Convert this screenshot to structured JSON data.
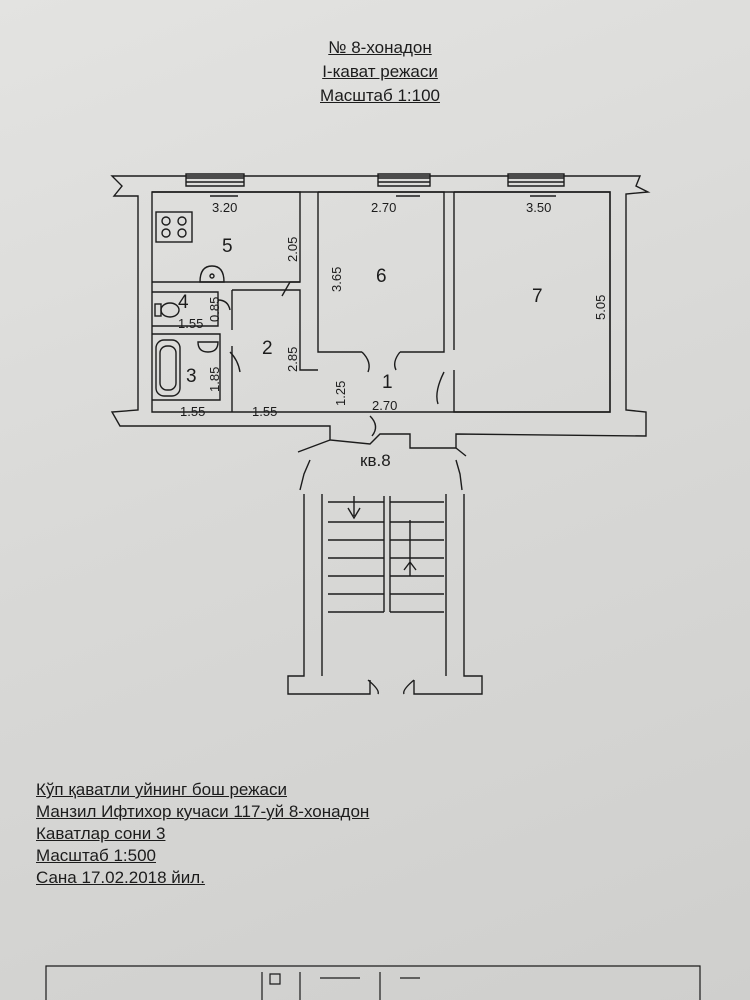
{
  "header": {
    "apartment": "№ 8-хонадон",
    "floor_plan": "I-кават режаси",
    "scale": "Масштаб 1:100"
  },
  "rooms": [
    {
      "number": "1"
    },
    {
      "number": "2"
    },
    {
      "number": "3"
    },
    {
      "number": "4"
    },
    {
      "number": "5"
    },
    {
      "number": "6"
    },
    {
      "number": "7"
    }
  ],
  "dimensions": {
    "r5_width": "3.20",
    "r5_depth": "2.05",
    "r6_width": "2.70",
    "r6_depth": "3.65",
    "r7_width": "3.50",
    "r7_depth": "5.05",
    "r4_width": "1.55",
    "r4_depth": "0.85",
    "r2_depth": "2.85",
    "r3_depth": "1.85",
    "r3_width": "1.55",
    "r2_width": "1.55",
    "r1_depth": "1.25",
    "r1_width": "2.70"
  },
  "apartment_label": "кв.8",
  "footer": {
    "line1": "Кўп қаватли уйнинг бош режаси",
    "line2": "Манзил  Ифтихор кучаси  117-уй  8-хонадон",
    "line3": "Каватлар сони 3",
    "line4": "Масштаб 1:500",
    "line5": "Сана 17.02.2018 йил."
  },
  "colors": {
    "paper": "#e0e0de",
    "ink": "#1c1c1c"
  }
}
